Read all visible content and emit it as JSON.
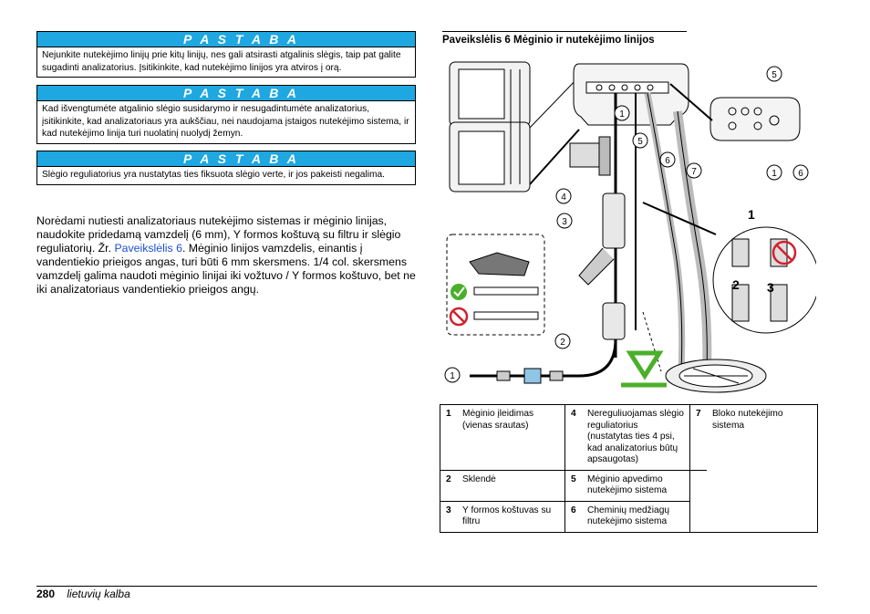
{
  "notes": [
    {
      "label": "P A S T A B A",
      "text": "Nejunkite nutekėjimo linijų prie kitų linijų, nes gali atsirasti atgalinis slėgis, taip pat galite sugadinti analizatorius. Įsitikinkite, kad nutekėjimo linijos yra atviros į orą."
    },
    {
      "label": "P A S T A B A",
      "text": "Kad išvengtumėte atgalinio slėgio susidarymo ir nesugadintumėte analizatorius, įsitikinkite, kad analizatoriaus yra aukščiau, nei naudojama įstaigos nutekėjimo sistema, ir kad nutekėjimo linija turi nuolatinį nuolydį žemyn."
    },
    {
      "label": "P A S T A B A",
      "text": "Slėgio reguliatorius yra nustatytas ties fiksuota slėgio verte, ir jos pakeisti negalima."
    }
  ],
  "paragraph": {
    "before": "Norėdami nutiesti analizatoriaus nutekėjimo sistemas ir mėginio linijas, naudokite pridedamą vamzdelį (6 mm), Y formos koštuvą su filtru ir slėgio reguliatorių. Žr. ",
    "link": "Paveikslėlis 6",
    "after": ". Mėginio linijos vamzdelis, einantis į vandentiekio prieigos angas, turi būti 6 mm skersmens. 1/4 col. skersmens vamzdelį galima naudoti mėginio linijai iki vožtuvo / Y formos koštuvo, bet ne iki analizatoriaus vandentiekio prieigos angų."
  },
  "figure": {
    "title": "Paveikslėlis 6  Mėginio ir nutekėjimo linijos",
    "callouts": [
      "1",
      "5",
      "6",
      "7",
      "4",
      "3",
      "2",
      "1",
      "5",
      "1",
      "6"
    ],
    "steps": [
      "1",
      "2",
      "3"
    ]
  },
  "legend": {
    "rows": [
      [
        {
          "n": "1",
          "t": "Mėginio įleidimas (vienas srautas)"
        },
        {
          "n": "4",
          "t": "Nereguliuojamas slėgio reguliatorius (nustatytas ties 4 psi, kad analizatorius būtų apsaugotas)"
        },
        {
          "n": "7",
          "t": "Bloko nutekėjimo sistema"
        }
      ],
      [
        {
          "n": "2",
          "t": "Sklendė"
        },
        {
          "n": "5",
          "t": "Mėginio apvedimo nutekėjimo sistema"
        }
      ],
      [
        {
          "n": "3",
          "t": "Y formos koštuvas su filtru"
        },
        {
          "n": "6",
          "t": "Cheminių medžiagų nutekėjimo sistema"
        }
      ]
    ]
  },
  "footer": {
    "page": "280",
    "language": "lietuvių kalba"
  },
  "colors": {
    "note_header": "#1ea7e1",
    "link": "#1a4fd8",
    "check_green": "#4caf2a",
    "no_red": "#d3202f"
  }
}
